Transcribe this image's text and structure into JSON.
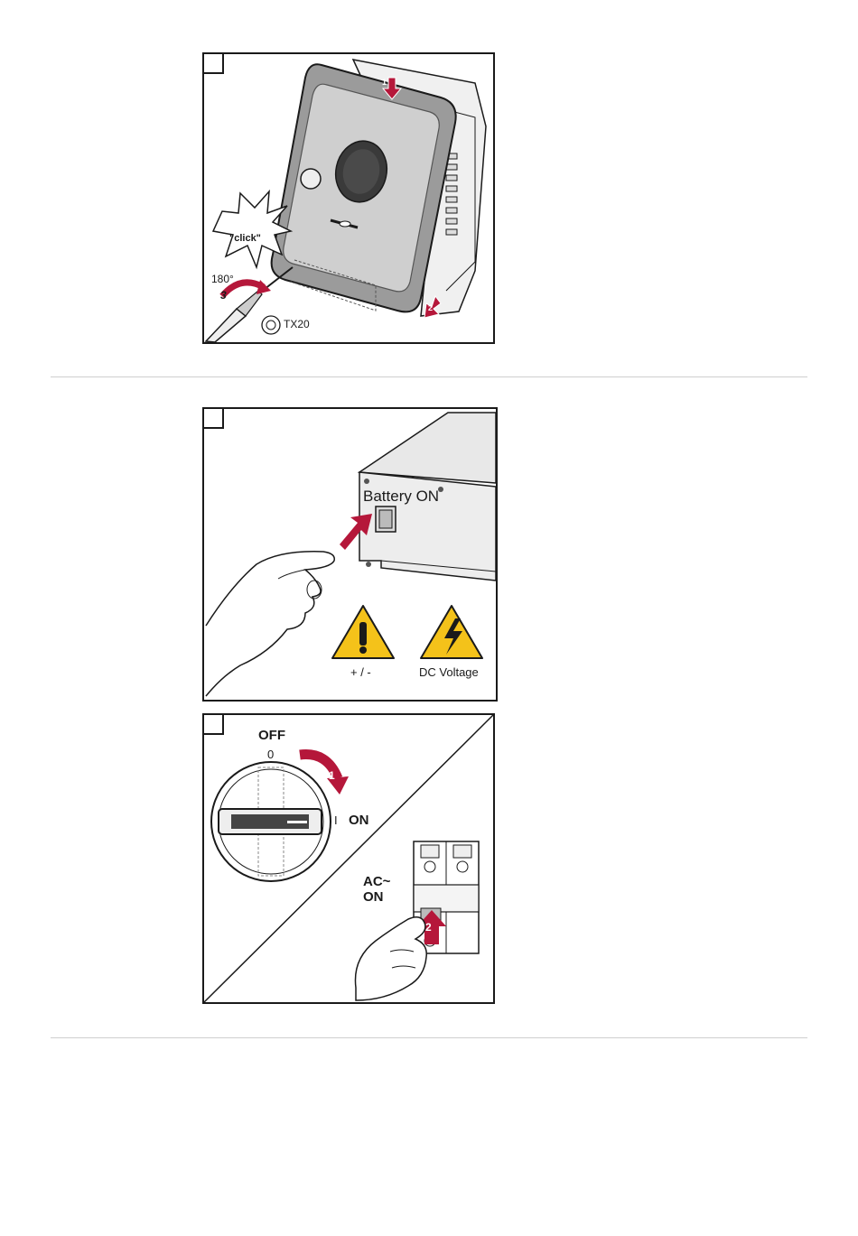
{
  "figure1": {
    "click_text": "\"click\"",
    "rotation_text": "180°",
    "step1": "1",
    "step2": "2",
    "step3": "3",
    "tool_text": "TX20"
  },
  "figure2": {
    "battery_label": "Battery ON",
    "warning_left_caption": "+ / -",
    "warning_right_caption": "DC Voltage"
  },
  "figure3": {
    "off_label": "OFF",
    "off_marker": "0",
    "on_label": "ON",
    "on_marker": "I",
    "ac_label_line1": "AC~",
    "ac_label_line2": "ON",
    "step1": "1",
    "step2": "2"
  },
  "colors": {
    "arrow_red": "#b5173a",
    "warning_yellow": "#f4c21a",
    "outline": "#1a1a1a",
    "separator": "#cfcfcf"
  },
  "icons": [
    "screwdriver-icon",
    "torx-icon",
    "warning-triangle-icon",
    "high-voltage-icon",
    "hand-icon",
    "rotate-arrow-icon"
  ]
}
